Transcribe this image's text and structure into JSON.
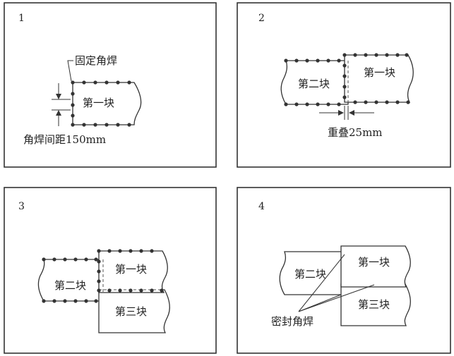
{
  "panels": [
    {
      "number": "1",
      "plate_label": "第一块",
      "callout": "固定角焊",
      "spacing_text": "角焊间距150mm"
    },
    {
      "number": "2",
      "plate_labels": [
        "第二块",
        "第一块"
      ],
      "overlap_text": "重叠25mm"
    },
    {
      "number": "3",
      "plate_labels": [
        "第二块",
        "第一块",
        "第三块"
      ]
    },
    {
      "number": "4",
      "plate_labels": [
        "第二块",
        "第一块",
        "第三块"
      ],
      "callout": "密封角焊"
    }
  ]
}
